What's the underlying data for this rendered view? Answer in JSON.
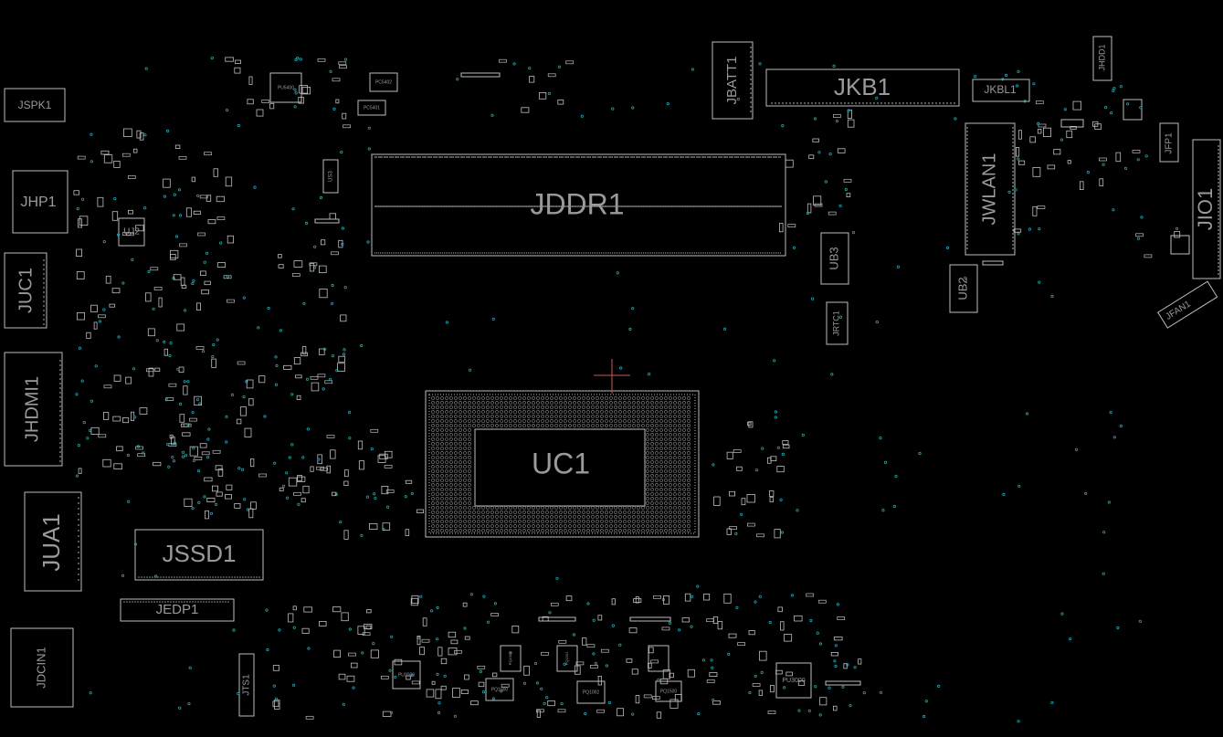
{
  "colors": {
    "background": "#000000",
    "outline": "#bdbdbd",
    "label": "#9a9a9a",
    "via": "#1fa3b0",
    "cursor": "#c45a5a"
  },
  "labels": {
    "jspk1": "JSPK1",
    "jhp1": "JHP1",
    "juc1": "JUC1",
    "jhdmi1": "JHDMI1",
    "jua1": "JUA1",
    "jssd1": "JSSD1",
    "jedp1": "JEDP1",
    "jdcin1": "JDCIN1",
    "ju2": "UJ2",
    "jbatt1": "JBATT1",
    "jkb1": "JKB1",
    "jkbl1": "JKBL1",
    "jhdd1": "JHDD1",
    "jfp1": "JFP1",
    "jio1": "JIO1",
    "jfan1": "JFAN1",
    "jddr1": "JDDR1",
    "jwlan1": "JWLAN1",
    "ub3": "UB3",
    "ub2": "UB2",
    "jrtc1": "JRTC1",
    "uc1": "UC1",
    "jts1": "JTS1",
    "us3": "US3",
    "pu5400": "PU5400",
    "pc5402": "PC5402",
    "pc5401": "PC5401",
    "pu3000": "PU3000",
    "pu3000b": "PU3000",
    "pq1000": "PQ1000",
    "pq1002": "PQ1002",
    "pq1500": "PQ1500",
    "pq1001": "PQ1001",
    "pq1501": "PQ1501"
  }
}
